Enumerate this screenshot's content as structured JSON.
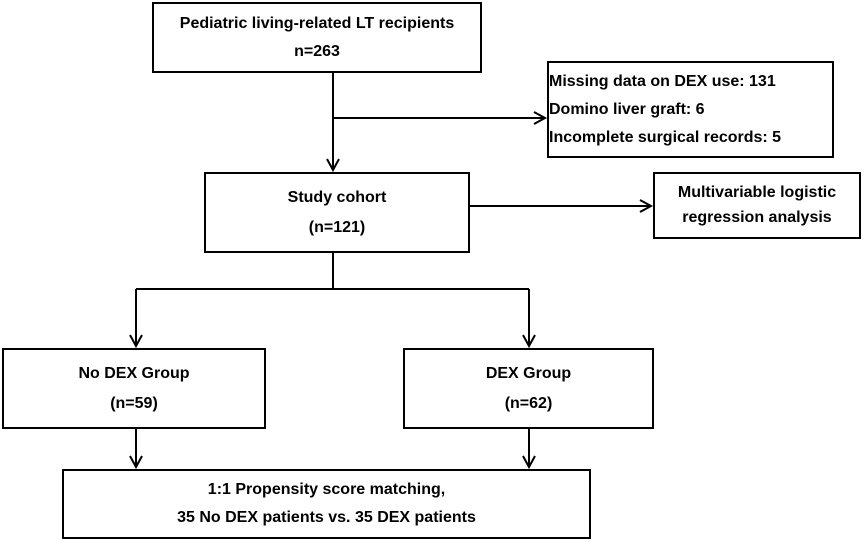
{
  "flowchart": {
    "recipients": {
      "title": "Pediatric living-related LT recipients",
      "count": "n=263"
    },
    "exclusions": [
      "Missing data on DEX use: 131",
      "Domino liver graft: 6",
      "Incomplete surgical records: 5"
    ],
    "cohort": {
      "title": "Study cohort",
      "count": "(n=121)"
    },
    "analysis": {
      "line1": "Multivariable logistic",
      "line2": "regression analysis"
    },
    "no_dex_group": {
      "title": "No DEX Group",
      "count": "(n=59)"
    },
    "dex_group": {
      "title": "DEX Group",
      "count": "(n=62)"
    },
    "matching": {
      "line1": "1:1 Propensity score matching,",
      "line2": "35 No DEX patients vs. 35 DEX patients"
    }
  },
  "colors": {
    "stroke": "#000000",
    "background": "#ffffff",
    "text": "#000000"
  },
  "icons": {
    "arrowhead": "open-arrow-icon"
  }
}
